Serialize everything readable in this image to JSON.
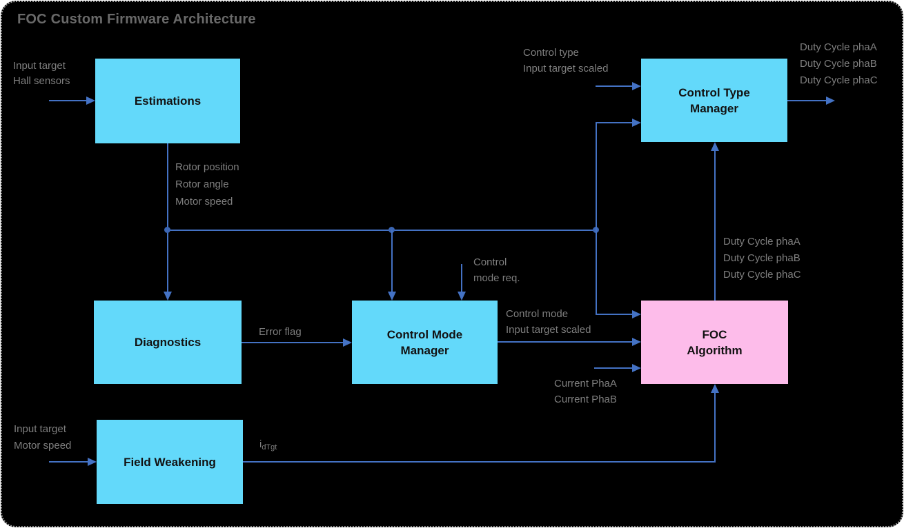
{
  "title": "FOC Custom Firmware Architecture",
  "colors": {
    "background": "#000000",
    "node_cyan": "#63D9FA",
    "node_pink": "#FDBCEA",
    "line_blue": "#4472C4",
    "label_gray": "#7F7F7F",
    "title_gray": "#696969"
  },
  "nodes": {
    "estimations": {
      "label": "Estimations"
    },
    "control_type_manager": {
      "label": "Control Type\nManager"
    },
    "diagnostics": {
      "label": "Diagnostics"
    },
    "control_mode_manager": {
      "label": "Control Mode\nManager"
    },
    "foc_algorithm": {
      "label": "FOC\nAlgorithm"
    },
    "field_weakening": {
      "label": "Field Weakening"
    }
  },
  "labels": {
    "estimations_inputs": "Input target\nHall sensors",
    "estimations_outputs": "Rotor position\nRotor angle\nMotor speed",
    "control_type_inputs": "Control type\nInput target scaled",
    "duty_cycle_outputs": "Duty Cycle phaA\nDuty Cycle phaB\nDuty Cycle phaC",
    "duty_cycle_internal": "Duty Cycle phaA\nDuty Cycle phaB\nDuty Cycle phaC",
    "control_mode_request": "Control\nmode req.",
    "error_flag": "Error flag",
    "control_mode_outputs": "Control mode\nInput target scaled",
    "current_inputs": "Current PhaA\nCurrent PhaB",
    "field_weakening_inputs": "Input target\nMotor speed",
    "idtgt_base": "i",
    "idtgt_sub": "dTgt"
  }
}
